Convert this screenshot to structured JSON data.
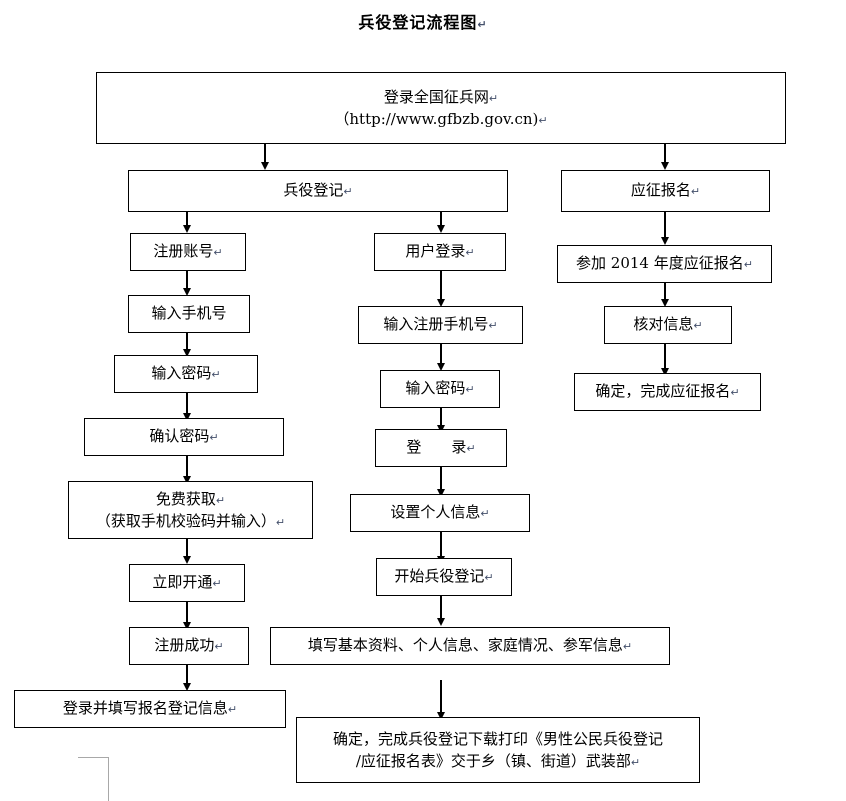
{
  "document": {
    "title": "兵役登记流程图",
    "title_mark": "↵",
    "type": "flowchart"
  },
  "chart_data": {
    "type": "diagram",
    "title": "兵役登记流程图",
    "nodes": [
      {
        "id": "portal",
        "line1": "登录全国征兵网",
        "line2": "（http://www.gfbzb.gov.cn)"
      },
      {
        "id": "bingyi",
        "line1": "兵役登记",
        "line2": ""
      },
      {
        "id": "yingzheng",
        "line1": "应征报名",
        "line2": ""
      },
      {
        "id": "reg-account",
        "line1": "注册账号",
        "line2": ""
      },
      {
        "id": "user-login",
        "line1": "用户登录",
        "line2": ""
      },
      {
        "id": "join-2014",
        "line1": "参加 2014 年度应征报名",
        "line2": ""
      },
      {
        "id": "input-phone",
        "line1": "输入手机号",
        "line2": ""
      },
      {
        "id": "input-regphone",
        "line1": "输入注册手机号",
        "line2": ""
      },
      {
        "id": "verify-info",
        "line1": "核对信息",
        "line2": ""
      },
      {
        "id": "input-pwd",
        "line1": "输入密码",
        "line2": ""
      },
      {
        "id": "input-pwd2",
        "line1": "输入密码",
        "line2": ""
      },
      {
        "id": "confirm-apply",
        "line1": "确定，完成应征报名",
        "line2": ""
      },
      {
        "id": "confirm-pwd",
        "line1": "确认密码",
        "line2": ""
      },
      {
        "id": "login-btn",
        "line1": "登　　录",
        "line2": ""
      },
      {
        "id": "free-get",
        "line1": "免费获取",
        "line2": "（获取手机校验码并输入）"
      },
      {
        "id": "set-personal",
        "line1": "设置个人信息",
        "line2": ""
      },
      {
        "id": "open-now",
        "line1": "立即开通",
        "line2": ""
      },
      {
        "id": "start-reg",
        "line1": "开始兵役登记",
        "line2": ""
      },
      {
        "id": "reg-success",
        "line1": "注册成功",
        "line2": ""
      },
      {
        "id": "fill-basic",
        "line1": "填写基本资料、个人信息、家庭情况、参军信息",
        "line2": ""
      },
      {
        "id": "login-fill",
        "line1": "登录并填写报名登记信息",
        "line2": ""
      },
      {
        "id": "final",
        "line1": "确定，完成兵役登记下载打印《男性公民兵役登记",
        "line2": "/应征报名表》交于乡（镇、街道）武装部"
      }
    ],
    "mark": "↵",
    "colors": {
      "box_border": "#000000",
      "arrow": "#000000",
      "text": "#000000",
      "mark": "#44506b",
      "ghost": "#a8a8a8",
      "background": "#ffffff"
    }
  }
}
